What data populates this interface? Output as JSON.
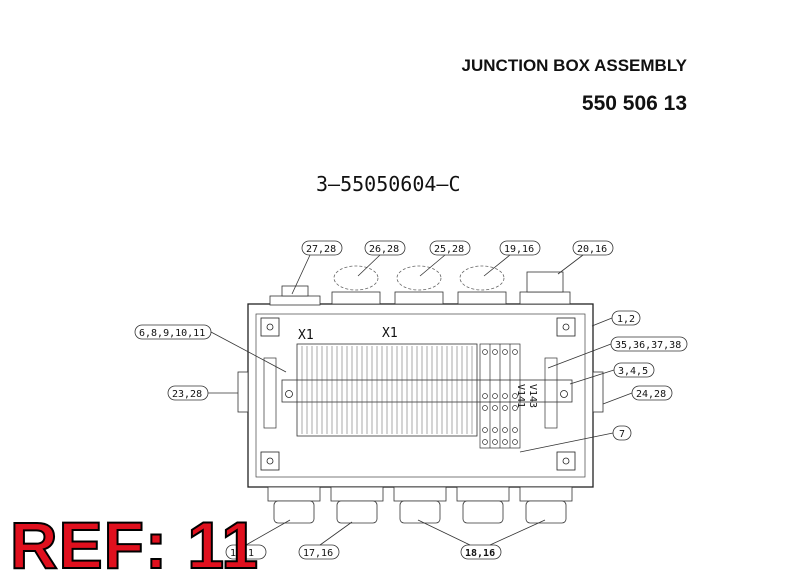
{
  "header": {
    "title": "JUNCTION BOX ASSEMBLY",
    "part_number": "550 506 13",
    "drawing_number": "3—55050604—C"
  },
  "reference_label": "REF: 11",
  "terminal_labels": {
    "x1_left": "X1",
    "x1_center": "X1",
    "v141": "V141",
    "v143": "V143"
  },
  "callouts": {
    "c_27_28": "27,28",
    "c_26_28": "26,28",
    "c_25_28": "25,28",
    "c_19_16": "19,16",
    "c_20_16": "20,16",
    "c_1_2": "1,2",
    "c_6_11": "6,8,9,10,11",
    "c_35_38": "35,36,37,38",
    "c_3_5": "3,4,5",
    "c_23_28": "23,28",
    "c_24_28": "24,28",
    "c_7": "7",
    "c_15_1": "15,1",
    "c_17_16": "17,16",
    "c_18_16": "18,16"
  }
}
